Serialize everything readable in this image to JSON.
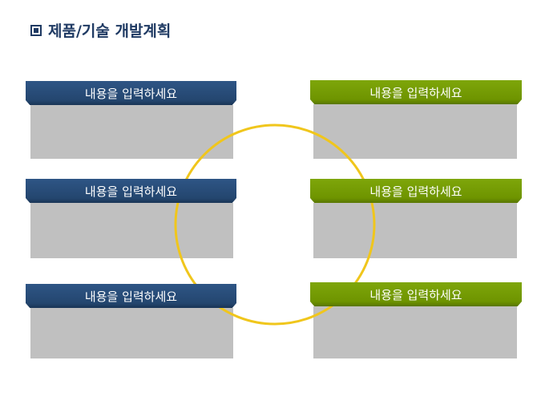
{
  "title": "제품/기술 개발계획",
  "title_icon": "square-bullet-icon",
  "colors": {
    "blue": "#24466f",
    "green": "#6e9400",
    "ring": "#f0c61c",
    "box": "#c0c0c0"
  },
  "left_items": [
    {
      "label": "내용을 입력하세요"
    },
    {
      "label": "내용을 입력하세요"
    },
    {
      "label": "내용을 입력하세요"
    }
  ],
  "right_items": [
    {
      "label": "내용을 입력하세요"
    },
    {
      "label": "내용을 입력하세요"
    },
    {
      "label": "내용을 입력하세요"
    }
  ]
}
